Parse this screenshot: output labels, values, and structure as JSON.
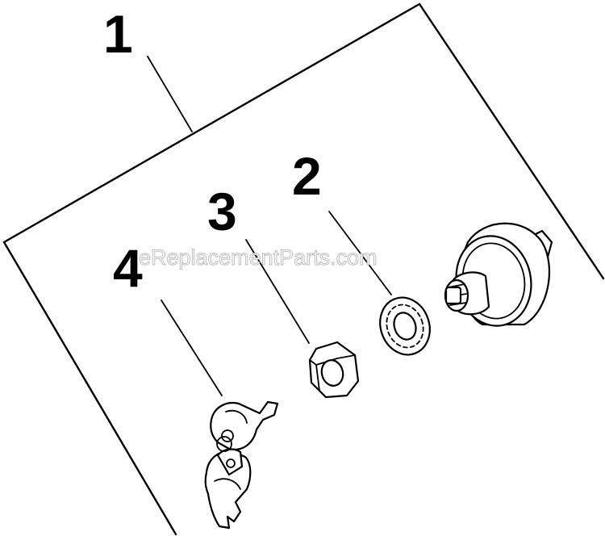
{
  "diagram": {
    "callouts": [
      {
        "id": "1",
        "label": "1"
      },
      {
        "id": "2",
        "label": "2"
      },
      {
        "id": "3",
        "label": "3"
      },
      {
        "id": "4",
        "label": "4"
      }
    ],
    "watermark": "eReplacementParts.com",
    "colors": {
      "line": "#000000",
      "background": "#ffffff",
      "watermark_stroke": "#b9b9b9"
    }
  }
}
